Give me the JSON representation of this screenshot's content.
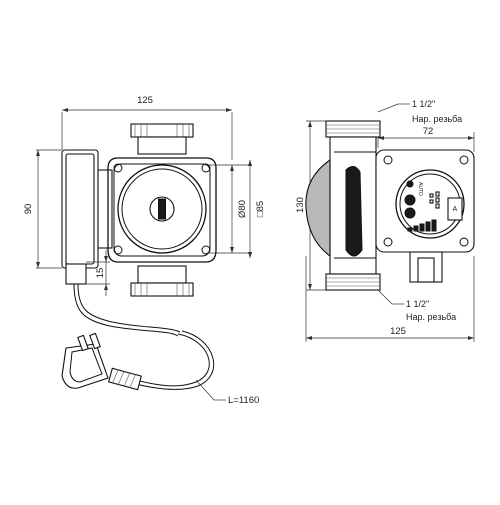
{
  "drawing": {
    "colors": {
      "line": "#111111",
      "shade": "#b8b8b8",
      "paper": "#ffffff"
    },
    "front_view": {
      "width_label": "125",
      "height_label": "90",
      "dia_label": "Ø80",
      "square_label": "□85",
      "offset_label": "15",
      "cable_label": "L=1160"
    },
    "side_view": {
      "top_thread_size": "1 1/2\"",
      "top_thread_type": "Нар. резьба",
      "bottom_thread_size": "1 1/2\"",
      "bottom_thread_type": "Нар. резьба",
      "depth_label": "72",
      "height_label": "130",
      "length_label": "125",
      "panel_auto_label": "AUTO",
      "panel_button_label": "A"
    }
  }
}
